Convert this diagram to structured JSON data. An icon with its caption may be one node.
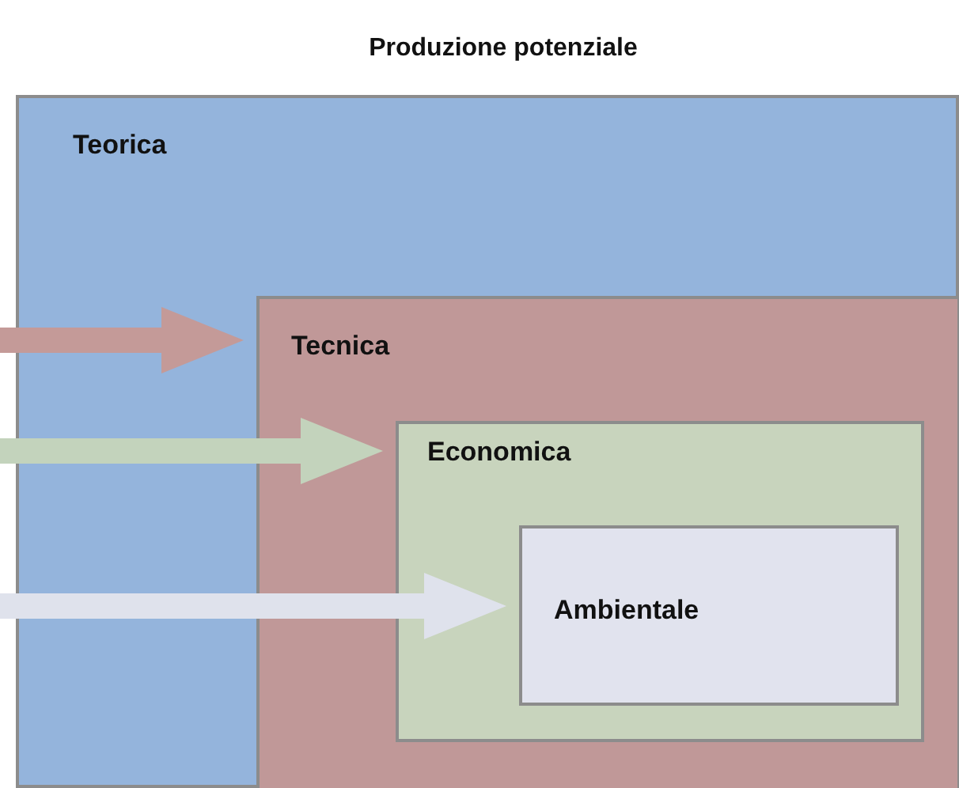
{
  "diagram": {
    "title": "Produzione potenziale",
    "nodes": [
      {
        "text": [
          "Teorica"
        ]
      },
      {
        "text": [
          "Tecnica"
        ],
        "in": 0
      },
      {
        "text": [
          "Economica"
        ],
        "in": 1
      },
      {
        "text": [
          "Ambientale"
        ],
        "in": 2
      }
    ],
    "edges": [
      {
        "from": null,
        "to": 1,
        "arrow": "to",
        "color": "#c49a98"
      },
      {
        "from": null,
        "to": 2,
        "arrow": "to",
        "color": "#c3d3bc"
      },
      {
        "from": null,
        "to": 3,
        "arrow": "to",
        "color": "#dfe2ec"
      }
    ]
  }
}
